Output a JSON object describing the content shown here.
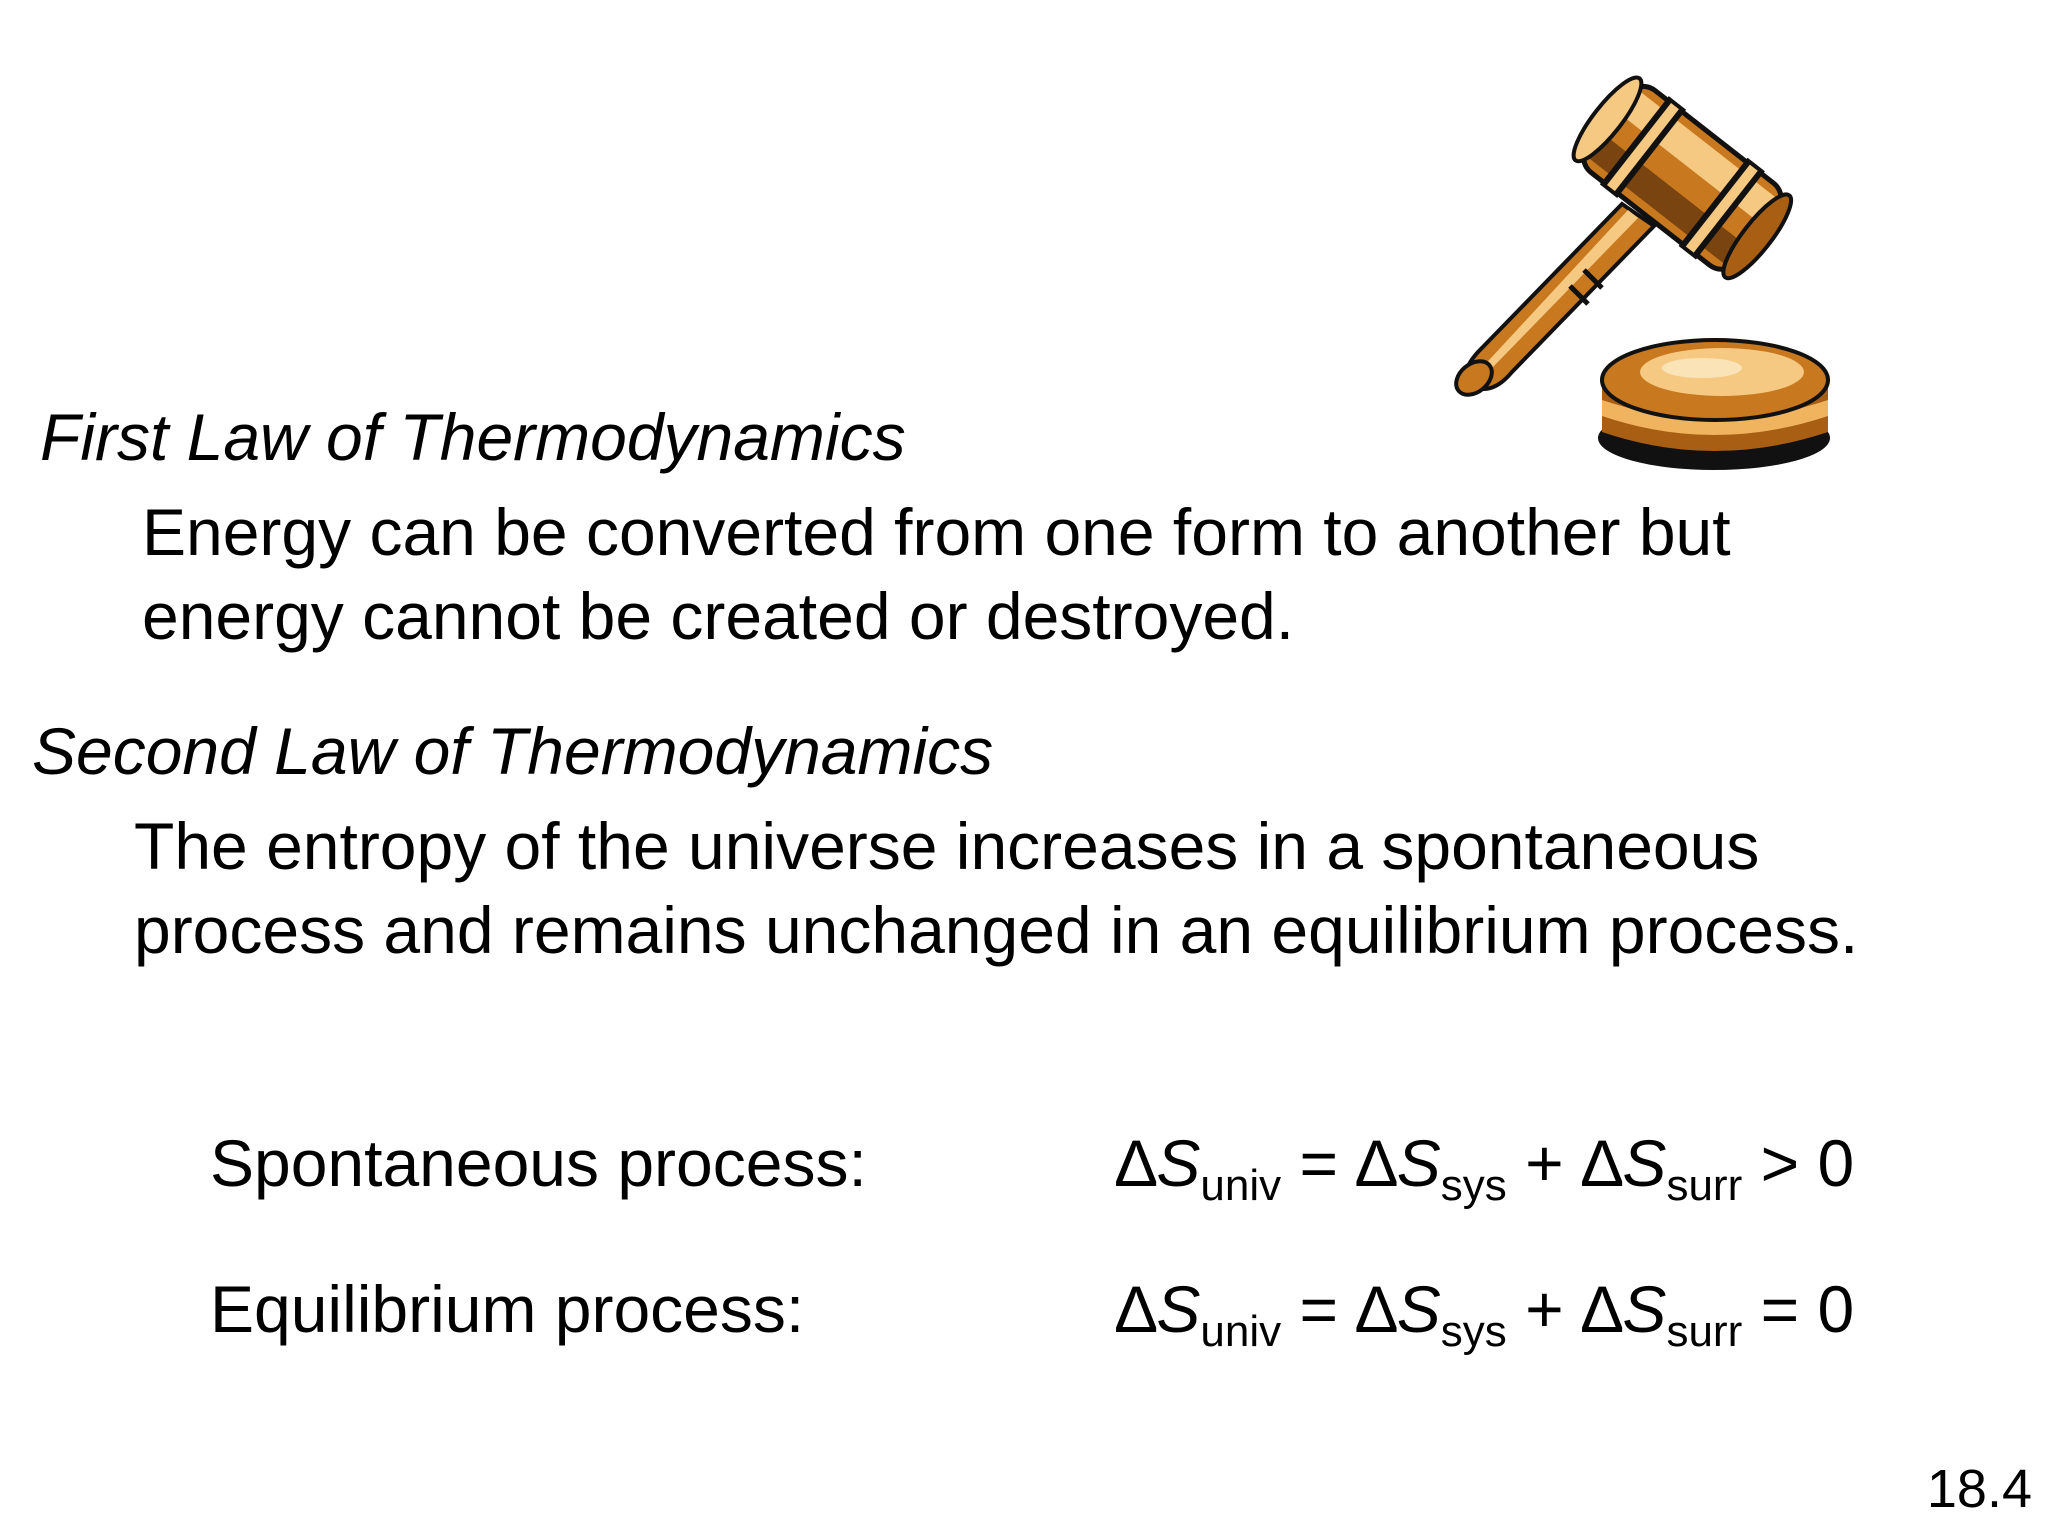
{
  "first_law": {
    "title": "First Law of Thermodynamics",
    "line1": "Energy can be converted from one form to another but",
    "line2": "energy cannot be created or destroyed."
  },
  "second_law": {
    "title": "Second Law of Thermodynamics",
    "line1": "The entropy of the universe increases in a spontaneous",
    "line2": "process and remains unchanged in an equilibrium process."
  },
  "equations": [
    {
      "label": "Spontaneous process:",
      "delta": "∆",
      "var": "S",
      "sub_univ": "univ",
      "equals": "=",
      "sub_sys": "sys",
      "plus": "+",
      "sub_surr": "surr",
      "relation": "> 0"
    },
    {
      "label": "Equilibrium process:",
      "delta": "∆",
      "var": "S",
      "sub_univ": "univ",
      "equals": "=",
      "sub_sys": "sys",
      "plus": "+",
      "sub_surr": "surr",
      "relation": "= 0"
    }
  ],
  "slide_number": "18.4",
  "colors": {
    "gavel_wood": "#c8781e",
    "gavel_highlight": "#f6c982",
    "gavel_shadow": "#7a4410",
    "gavel_outline": "#111111"
  },
  "icons": {
    "gavel": "gavel-icon"
  }
}
